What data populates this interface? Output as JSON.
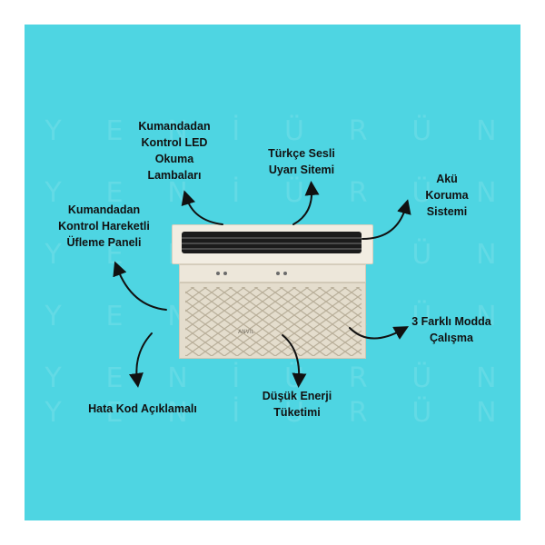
{
  "watermark": {
    "letters": [
      "Y",
      "E",
      "N",
      "İ",
      "Ü",
      "R",
      "Ü",
      "N"
    ]
  },
  "product": {
    "brand": "ANVİL"
  },
  "features": [
    {
      "id": "led",
      "lines": [
        "Kumandadan",
        "Kontrol LED",
        "Okuma",
        "Lambaları"
      ]
    },
    {
      "id": "voice",
      "lines": [
        "Türkçe Sesli",
        "Uyarı Sitemi"
      ]
    },
    {
      "id": "battery",
      "lines": [
        "Akü",
        "Koruma",
        "Sistemi"
      ]
    },
    {
      "id": "panel",
      "lines": [
        "Kumandadan",
        "Kontrol Hareketli",
        "Üfleme Paneli"
      ]
    },
    {
      "id": "modes",
      "lines": [
        "3 Farklı Modda",
        "Çalışma"
      ]
    },
    {
      "id": "error",
      "lines": [
        "Hata Kod Açıklamalı"
      ]
    },
    {
      "id": "energy",
      "lines": [
        "Düşük Enerji",
        "Tüketimi"
      ]
    }
  ],
  "colors": {
    "background": "#4ed5e2",
    "text": "#111111",
    "arrow": "#111111"
  }
}
